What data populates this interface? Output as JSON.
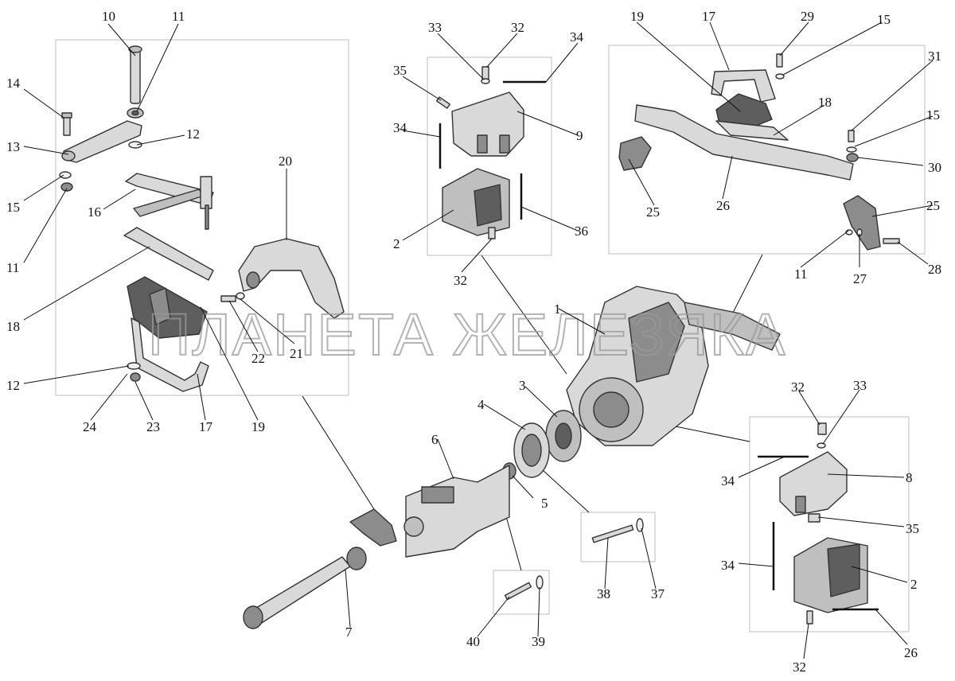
{
  "watermark": "ПЛАНЕТА ЖЕЛЕЗЯКА",
  "callouts": {
    "c10": "10",
    "c11a": "11",
    "c14": "14",
    "c13": "13",
    "c12a": "12",
    "c15a": "15",
    "c16": "16",
    "c11b": "11",
    "c20": "20",
    "c18a": "18",
    "c22": "22",
    "c21": "21",
    "c12b": "12",
    "c24": "24",
    "c23": "23",
    "c17a": "17",
    "c19a": "19",
    "c33a": "33",
    "c32a": "32",
    "c34a": "34",
    "c35a": "35",
    "c34b": "34",
    "c9": "9",
    "c2a": "2",
    "c36": "36",
    "c32b": "32",
    "c19b": "19",
    "c17b": "17",
    "c29": "29",
    "c15b": "15",
    "c31": "31",
    "c18b": "18",
    "c15c": "15",
    "c30": "30",
    "c25a": "25",
    "c26a": "26",
    "c25b": "25",
    "c11c": "11",
    "c27": "27",
    "c28": "28",
    "c1": "1",
    "c3": "3",
    "c4": "4",
    "c6": "6",
    "c5": "5",
    "c7": "7",
    "c38": "38",
    "c37": "37",
    "c40": "40",
    "c39": "39",
    "c32c": "32",
    "c33b": "33",
    "c34c": "34",
    "c8": "8",
    "c35b": "35",
    "c34d": "34",
    "c2b": "2",
    "c26b": "26",
    "c32d": "32"
  }
}
